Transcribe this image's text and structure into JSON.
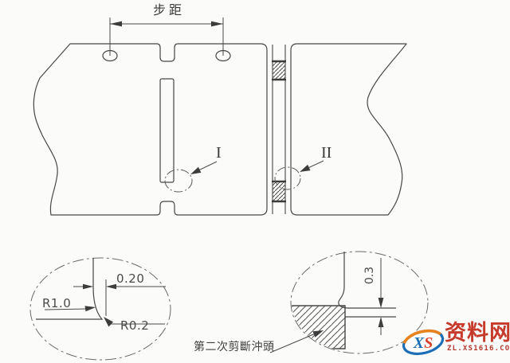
{
  "drawing": {
    "pitch_label": "步距",
    "detail_markers": {
      "detail_1": "I",
      "detail_2": "II"
    },
    "detail_1": {
      "offset_dim": "0.20",
      "radius_large": "R1.0",
      "radius_small": "R0.2"
    },
    "detail_2": {
      "step_dim": "0.3",
      "callout": "第二次剪斷沖頭"
    },
    "line_color": "#474747",
    "hatch_color": "#555555"
  },
  "watermark": {
    "logo_x": "X",
    "logo_s": "S",
    "site_name": "资料网",
    "site_url": "ZL.XS1616.COM",
    "colors": {
      "red": "#c53a2b",
      "blue": "#1d6fb5",
      "orange": "#e8821e"
    }
  }
}
